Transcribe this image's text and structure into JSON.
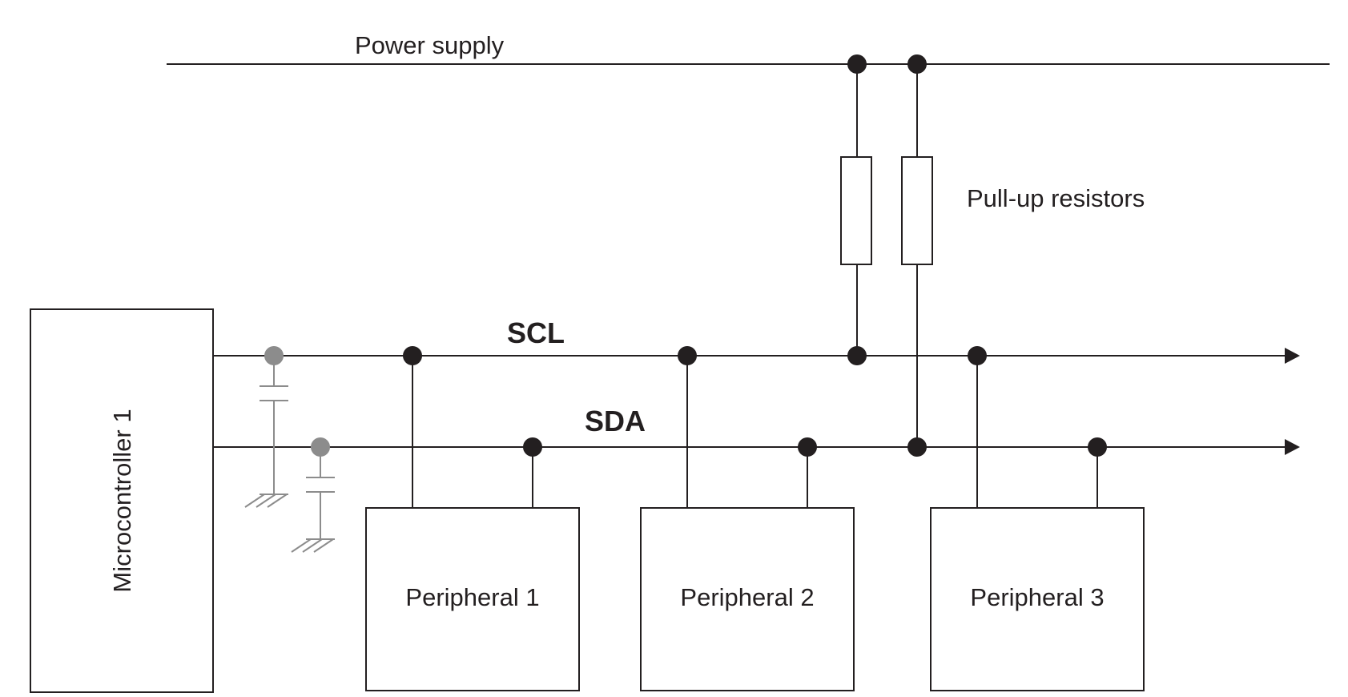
{
  "labels": {
    "power_supply": "Power supply",
    "pull_up_resistors": "Pull-up resistors",
    "scl": "SCL",
    "sda": "SDA",
    "microcontroller": "Microcontroller 1",
    "peripheral_1": "Peripheral 1",
    "peripheral_2": "Peripheral 2",
    "peripheral_3": "Peripheral 3"
  },
  "colors": {
    "line": "#231f20",
    "parasitic": "#8c8c8c",
    "background": "#ffffff"
  }
}
